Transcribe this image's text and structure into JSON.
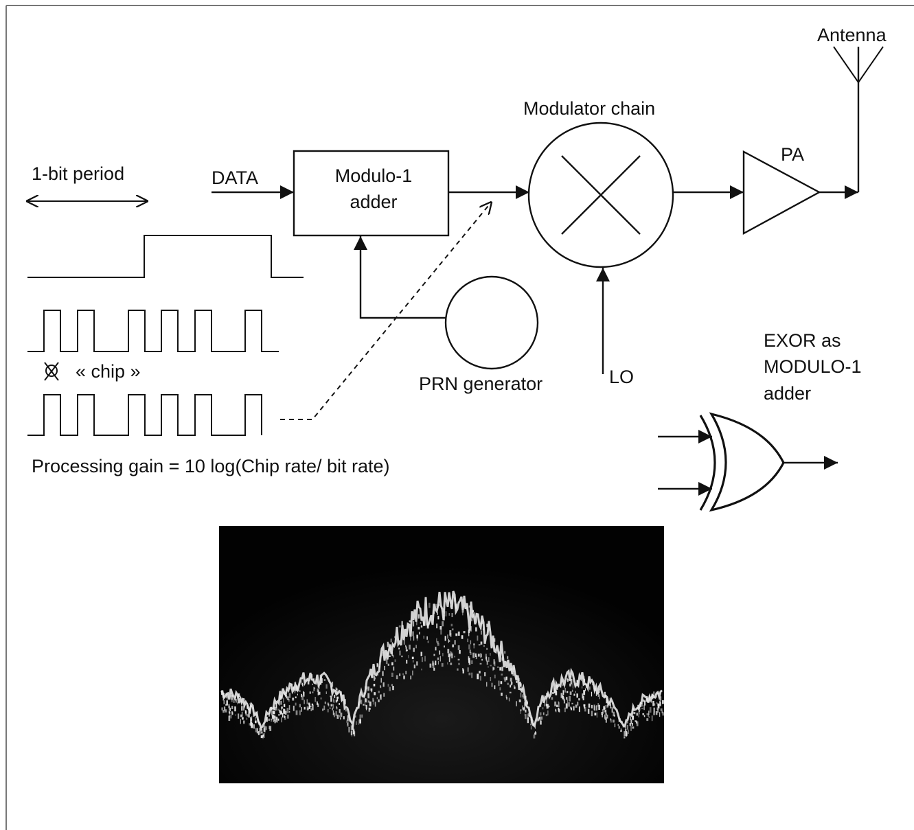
{
  "labels": {
    "antenna": "Antenna",
    "modulator_chain": "Modulator chain",
    "pa": "PA",
    "data": "DATA",
    "adder_line1": "Modulo-1",
    "adder_line2": "adder",
    "bit_period": "1-bit period",
    "chip": "« chip »",
    "prn_generator": "PRN generator",
    "lo": "LO",
    "exor_line1": "EXOR as",
    "exor_line2": "MODULO-1",
    "exor_line3": "adder",
    "processing_gain": "Processing gain = 10 log(Chip rate/ bit rate)"
  },
  "colors": {
    "line": "#111111",
    "background": "#ffffff",
    "spectrum_background": "#050505",
    "spectrum_trace": "#e8e8e8"
  }
}
